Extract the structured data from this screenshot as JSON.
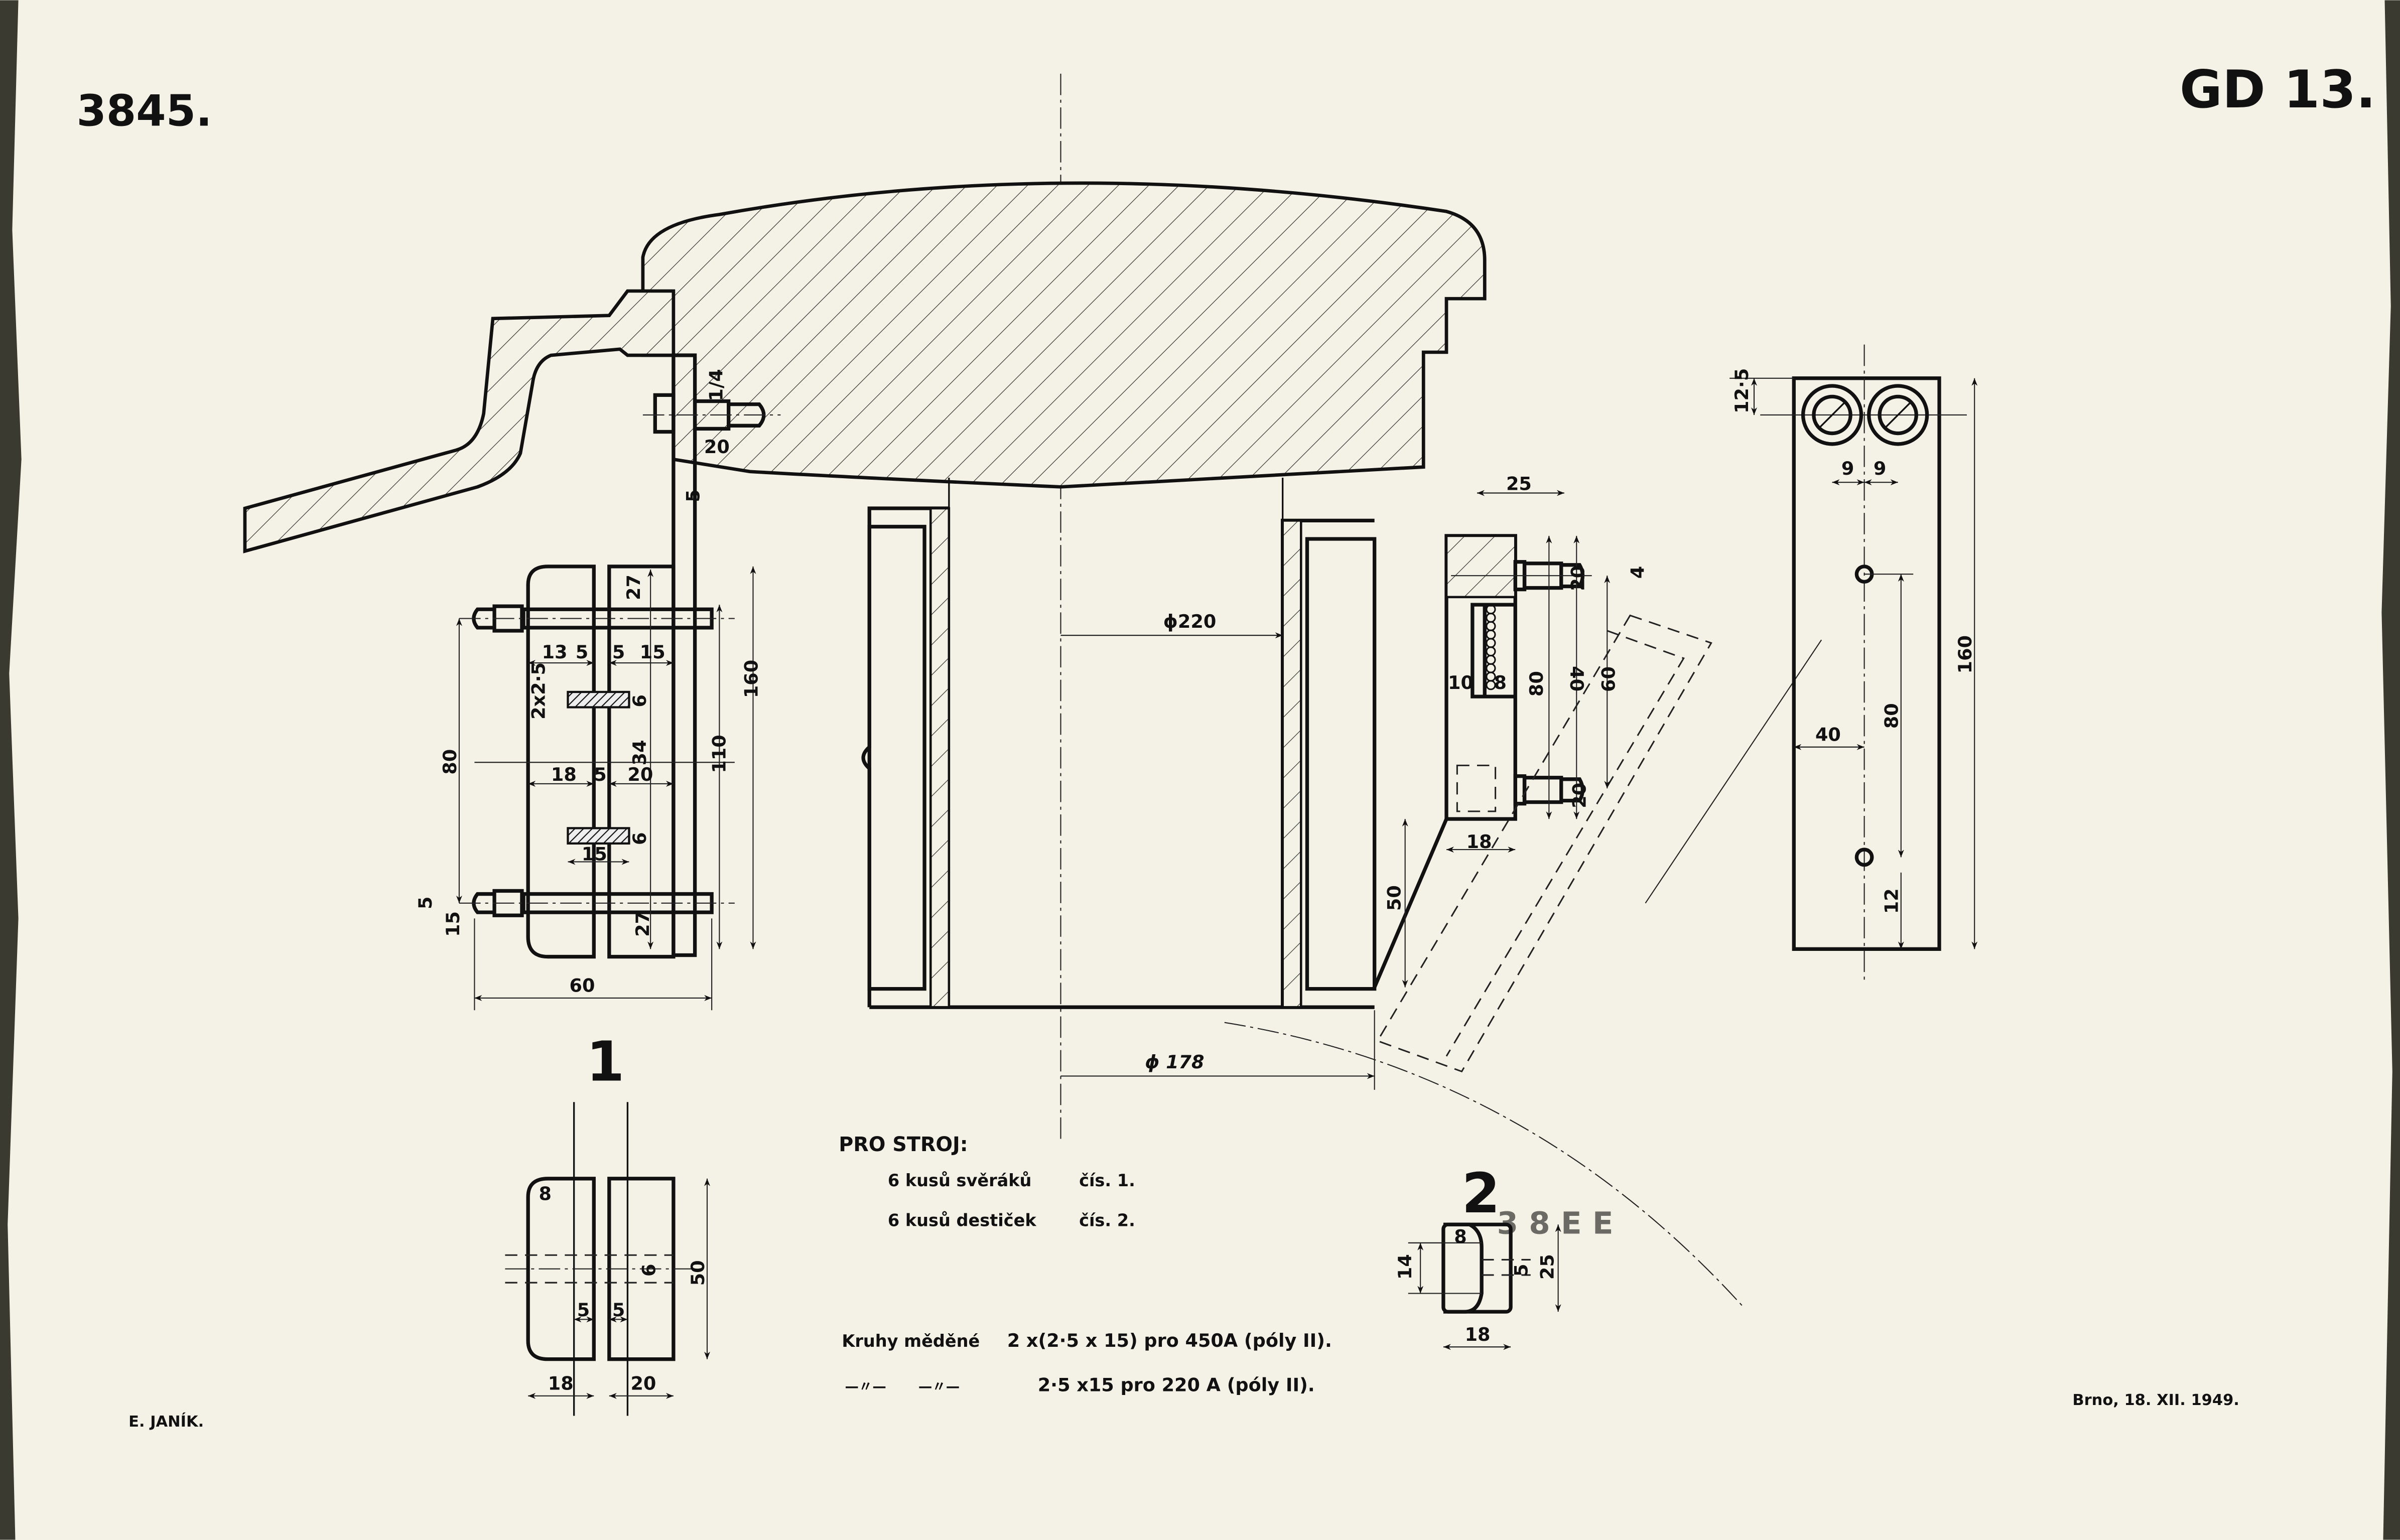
{
  "header": {
    "drawing_number": "3845.",
    "sheet_id": "GD 13."
  },
  "details": {
    "detail1_label": "1",
    "detail2_label": "2",
    "stamp": "3 8 E E"
  },
  "dimensions": {
    "left_16": "1/4",
    "left_20": "20",
    "left_5top": "5",
    "left_27a": "27",
    "left_13": "13",
    "left_5a": "5",
    "left_5b": "5",
    "left_15a": "15",
    "left_2x25": "2x2·5",
    "left_6a": "6",
    "left_34": "34",
    "left_18": "18",
    "left_5c": "5",
    "left_20b": "20",
    "left_6b": "6",
    "left_15b": "15",
    "left_27b": "27",
    "left_80": "80",
    "left_5d": "5",
    "left_15c": "15",
    "left_60": "60",
    "left_160": "160",
    "left_110": "110",
    "phi220": "ϕ220",
    "phi178": "ϕ 178",
    "right_25": "25",
    "right_20a": "20",
    "right_4": "4",
    "right_10": "10",
    "right_8": "8",
    "right_80": "80",
    "right_40": "40",
    "right_60": "60",
    "right_20b": "20",
    "right_18": "18",
    "right_50": "50",
    "plate_125": "12·5",
    "plate_9a": "9",
    "plate_9b": "9",
    "plate_160": "160",
    "plate_80": "80",
    "plate_40": "40",
    "plate_12": "12",
    "d1_8": "8",
    "d1_6": "6",
    "d1_5a": "5",
    "d1_5b": "5",
    "d1_50": "50",
    "d1_18": "18",
    "d1_20": "20",
    "d2_8": "8",
    "d2_14": "14",
    "d2_5": "5",
    "d2_25": "25",
    "d2_18": "18"
  },
  "notes": {
    "title": "PRO STROJ:",
    "line1_item": "6 kusů svěráků",
    "line1_ref": "čís. 1.",
    "line2_item": "6 kusů destiček",
    "line2_ref": "čís. 2.",
    "copper_label": "Kruhy měděné",
    "copper_1": "2 x(2·5 x 15) pro 450A (póly II).",
    "ditto_1": "—〃—",
    "ditto_2": "—〃—",
    "copper_2": "2·5 x15 pro 220 A (póly II)."
  },
  "footer": {
    "author": "E. JANÍK.",
    "place_date": "Brno, 18. XII. 1949."
  }
}
